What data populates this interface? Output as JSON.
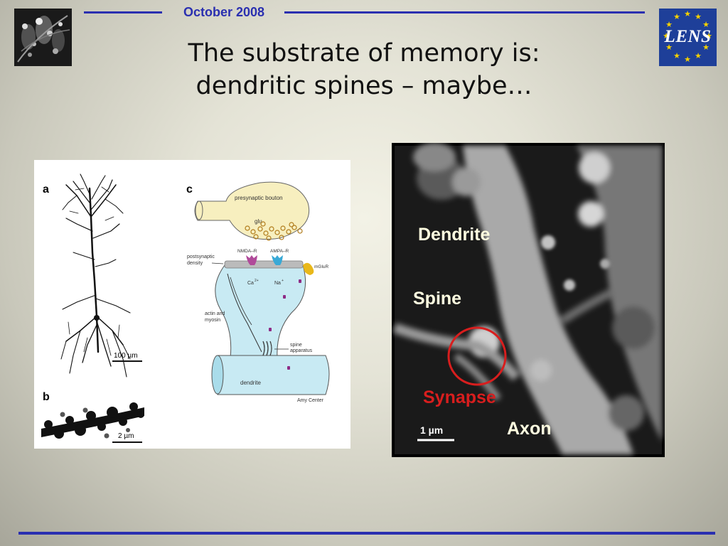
{
  "header": {
    "date": "October 2008",
    "logo_text": "LENS"
  },
  "title": {
    "line1": "The substrate of memory is:",
    "line2": "dendritic spines – maybe…"
  },
  "figure_left": {
    "panel_a_label": "a",
    "panel_b_label": "b",
    "panel_c_label": "c",
    "scale_a": "100 µm",
    "scale_b": "2 µm",
    "presynaptic": "presynaptic bouton",
    "glu": "glu",
    "nmda": "NMDA–R",
    "ampa": "AMPA–R",
    "mglur": "mGluR",
    "postsyn1": "postsynaptic",
    "postsyn2": "density",
    "ca": "Ca",
    "ca_sup": "2+",
    "na": "Na",
    "na_sup": "+",
    "actin1": "actin and",
    "actin2": "myosin",
    "spine1": "spine",
    "spine2": "apparatus",
    "dendrite": "dendrite",
    "credit": "Amy Center"
  },
  "figure_right": {
    "dendrite": "Dendrite",
    "spine": "Spine",
    "synapse": "Synapse",
    "axon": "Axon",
    "scale": "1 µm"
  },
  "colors": {
    "accent": "#2a2fb0",
    "synapse": "#d81e1e",
    "logo_bg": "#1e3f99",
    "stars": "#f4d000"
  }
}
